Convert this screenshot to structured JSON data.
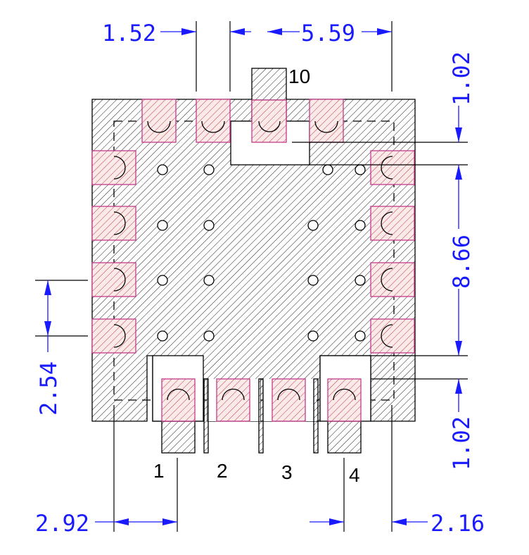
{
  "dimensions": {
    "top_left": "1.52",
    "top_span": "5.59",
    "right_top": "1.02",
    "right_mid": "8.66",
    "right_bottom": "1.02",
    "left_mid": "2.54",
    "bottom_left": "2.92",
    "bottom_right": "2.16"
  },
  "pins": {
    "p10": "10",
    "p1": "1",
    "p2": "2",
    "p3": "3",
    "p4": "4"
  },
  "colors": {
    "dimension": "#1a1aff",
    "outline": "#c23b8a",
    "pad_hatch": "#c23b3b",
    "body_hatch": "#000000"
  }
}
